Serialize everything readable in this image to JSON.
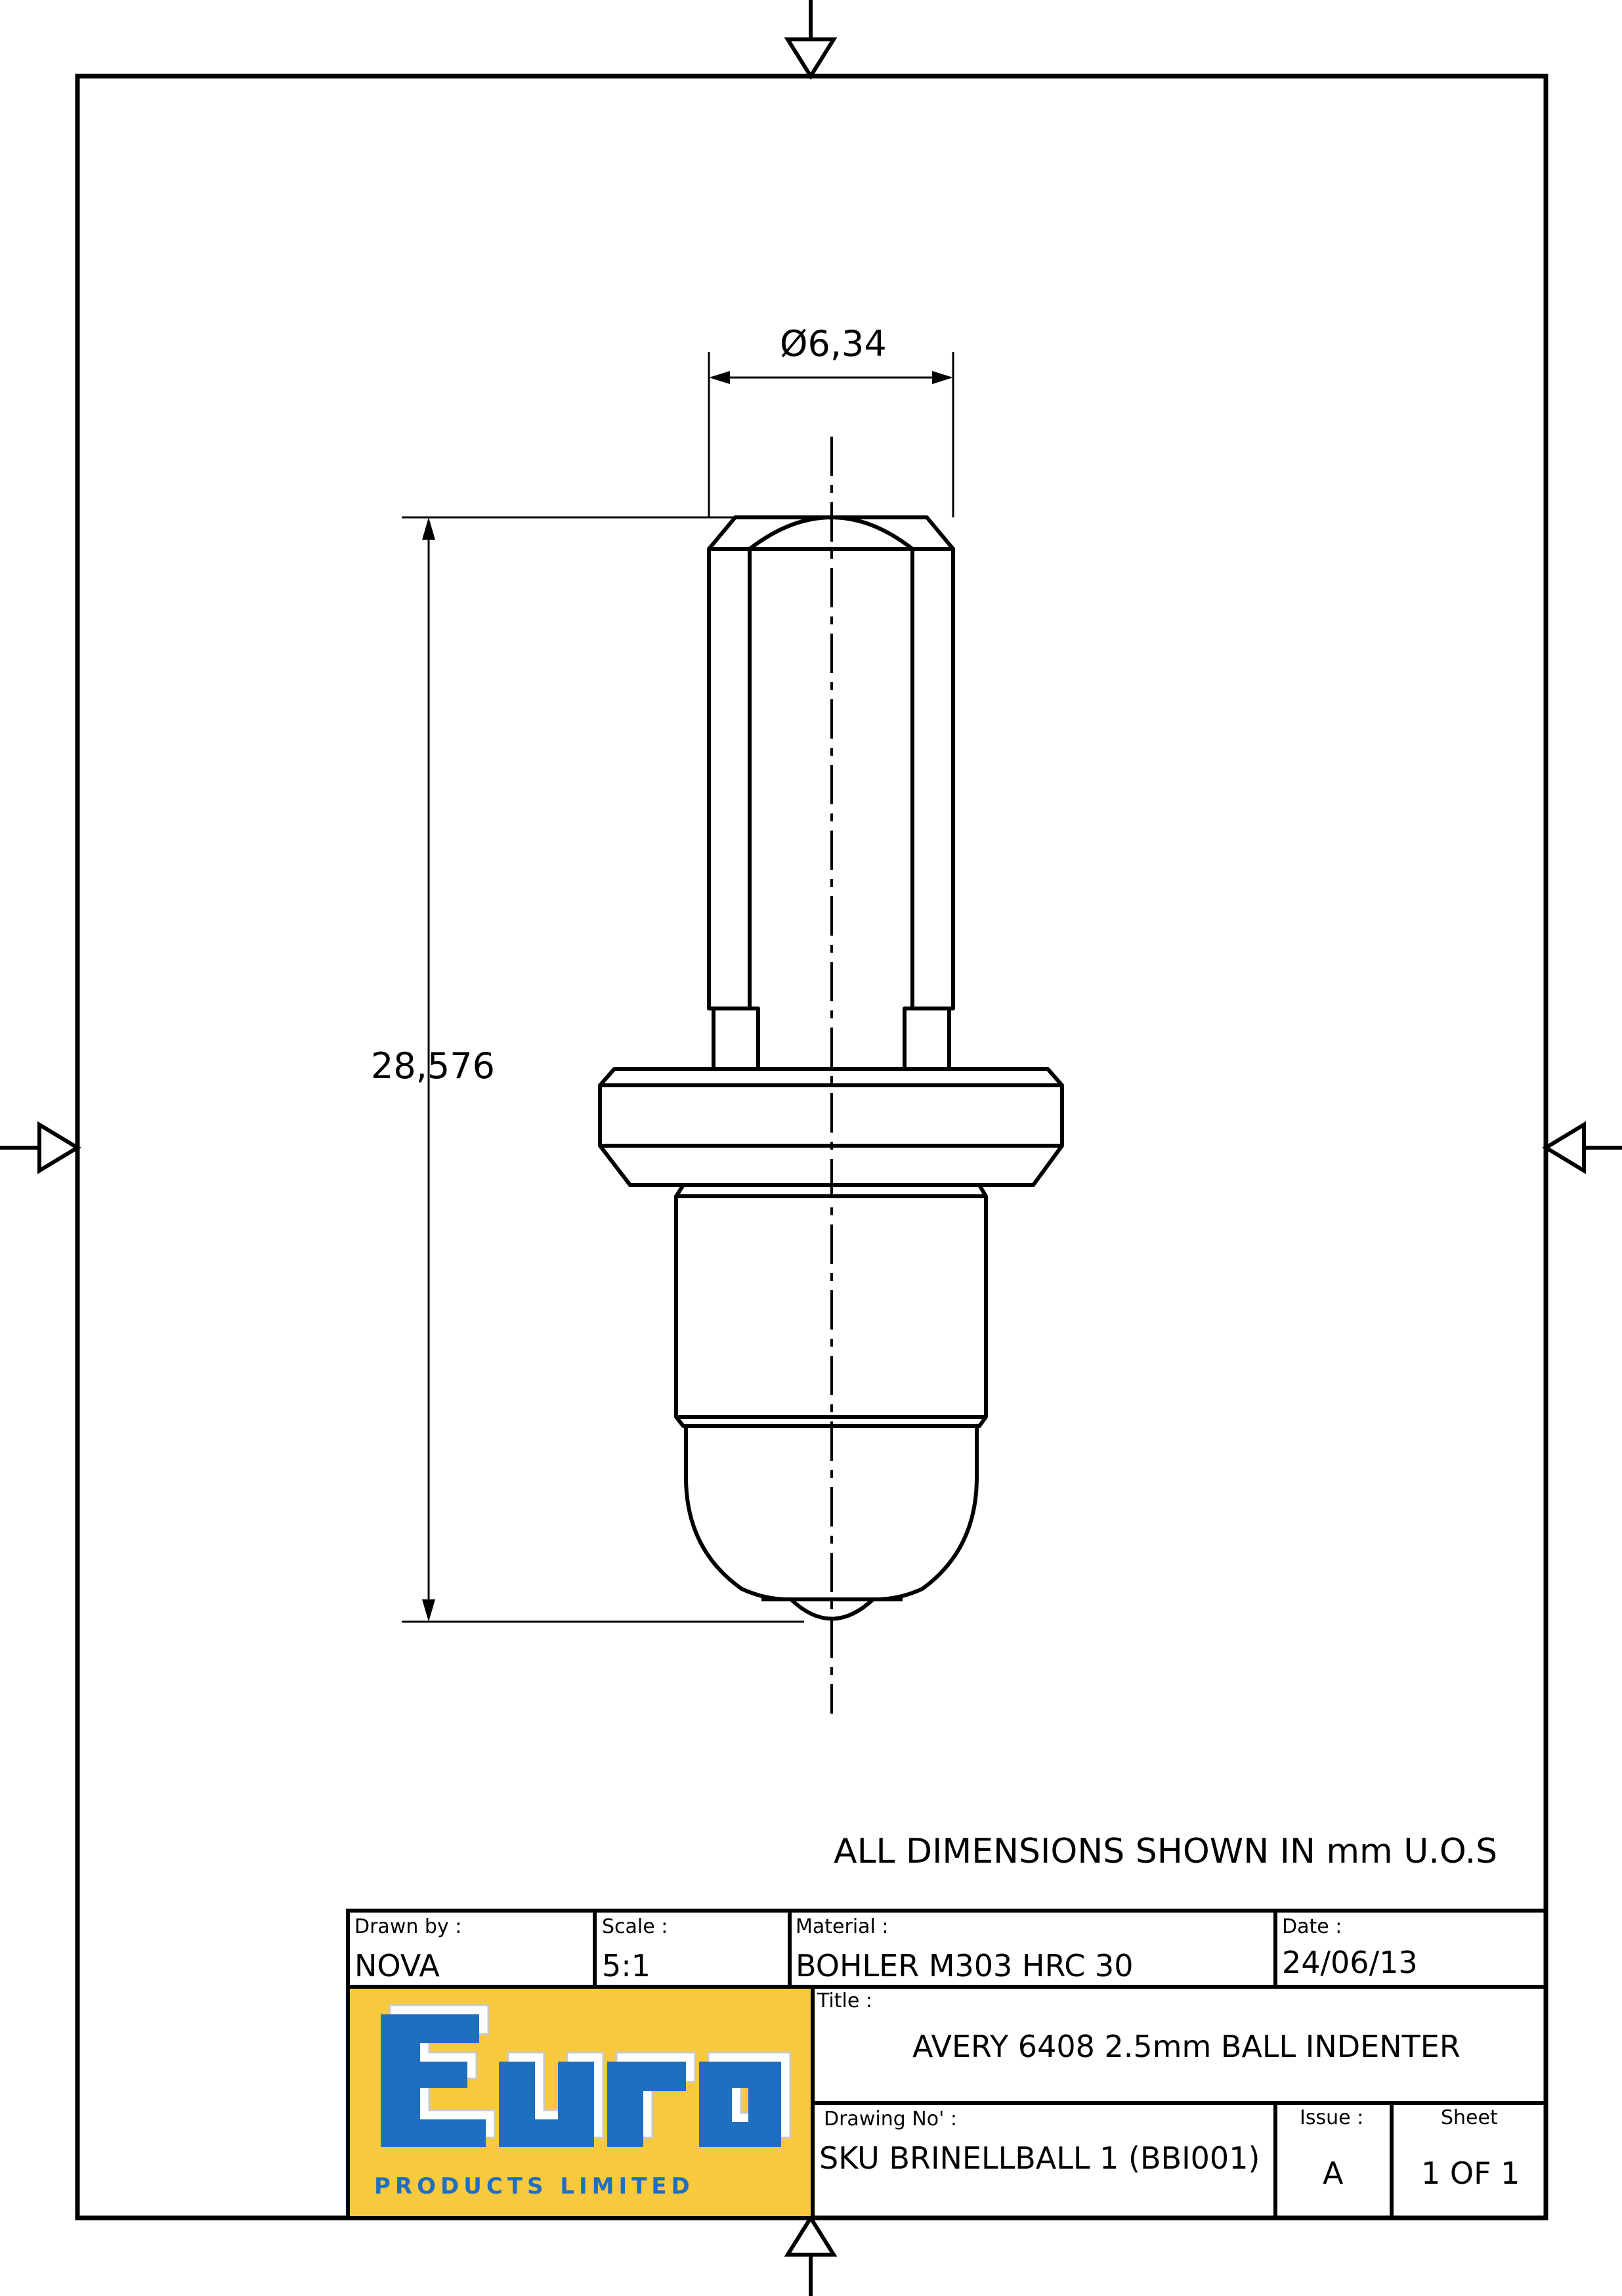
{
  "dimensions": {
    "diameter": "Ø6,34",
    "length": "28,576"
  },
  "note": "ALL DIMENSIONS SHOWN IN mm U.O.S",
  "title_block": {
    "drawn_by": {
      "label": "Drawn by :",
      "value": "NOVA"
    },
    "scale": {
      "label": "Scale :",
      "value": "5:1"
    },
    "material": {
      "label": "Material :",
      "value": "BOHLER M303 HRC 30"
    },
    "date": {
      "label": "Date :",
      "value": "24/06/13"
    },
    "title": {
      "label": "Title :",
      "value": "AVERY 6408 2.5mm BALL INDENTER"
    },
    "drawing_no": {
      "label": "Drawing No' :",
      "value": "SKU BRINELLBALL 1 (BBI001)"
    },
    "issue": {
      "label": "Issue :",
      "value": "A"
    },
    "sheet": {
      "label": "Sheet",
      "value": "1 OF 1"
    }
  },
  "logo": {
    "name": "Euro",
    "subtitle": "PRODUCTS LIMITED",
    "colors": {
      "background": "#F9C93D",
      "text": "#1F6FC1",
      "sub": "#1F6FC1"
    }
  }
}
